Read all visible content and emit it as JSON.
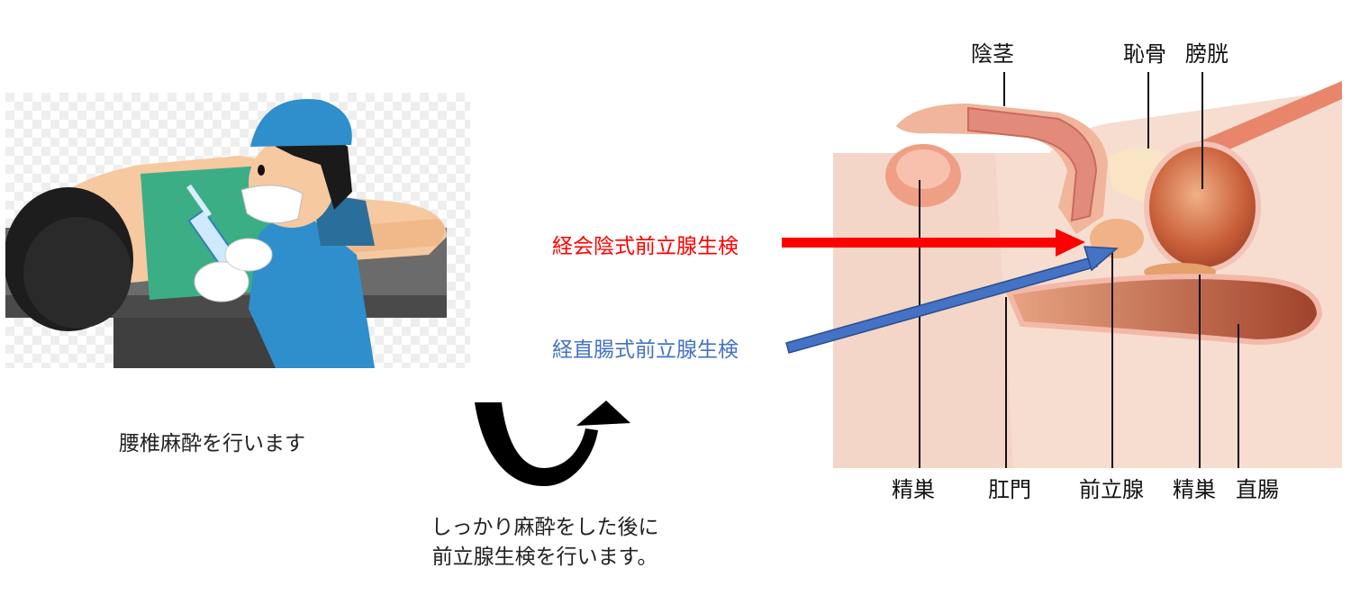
{
  "left_caption": "腰椎麻酔を行います",
  "bottom_note": {
    "line1": "しっかり麻酔をした後に",
    "line2": "前立腺生検を行います。"
  },
  "methods": {
    "transperineal": {
      "label": "経会陰式前立腺生検",
      "color": "#ff0000"
    },
    "transrectal": {
      "label": "経直腸式前立腺生検",
      "color": "#4472c4"
    }
  },
  "anatomy_labels": {
    "top": {
      "penis": "陰茎",
      "pubic_bone": "恥骨",
      "bladder": "膀胱"
    },
    "bottom": {
      "testis": "精巣",
      "anus": "肛門",
      "prostate": "前立腺",
      "seminal": "精巣",
      "rectum": "直腸"
    }
  }
}
